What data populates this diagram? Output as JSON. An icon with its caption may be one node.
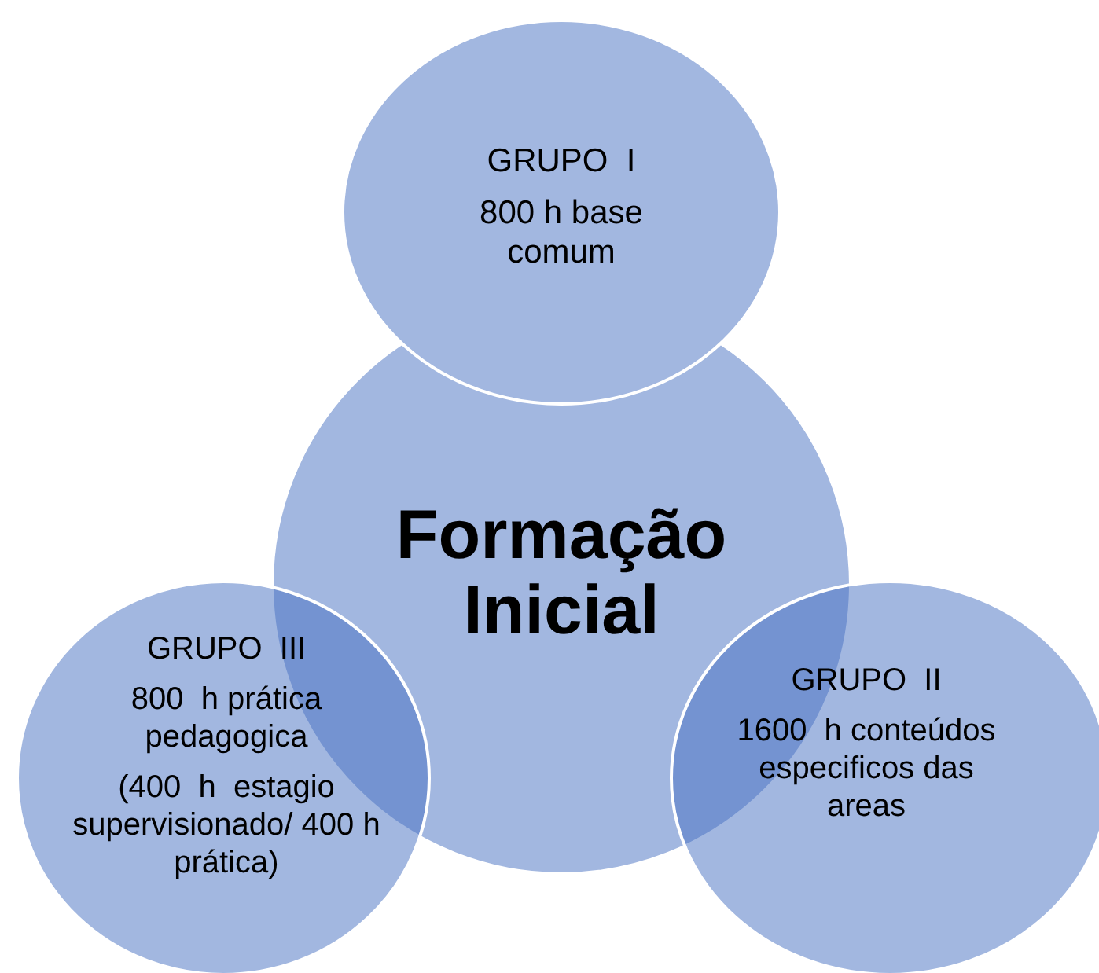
{
  "diagram": {
    "nodes": [
      {
        "text": [
          "GRUPO  I",
          "800 h base comum"
        ]
      },
      {
        "text": [
          "Formação Inicial"
        ]
      },
      {
        "text": [
          "GRUPO  III",
          "800  h prática pedagogica",
          "(400  h  estagio supervisionado/ 400 h prática)"
        ]
      },
      {
        "text": [
          "GRUPO  II",
          "1600  h conteúdos especificos das areas"
        ]
      }
    ]
  }
}
